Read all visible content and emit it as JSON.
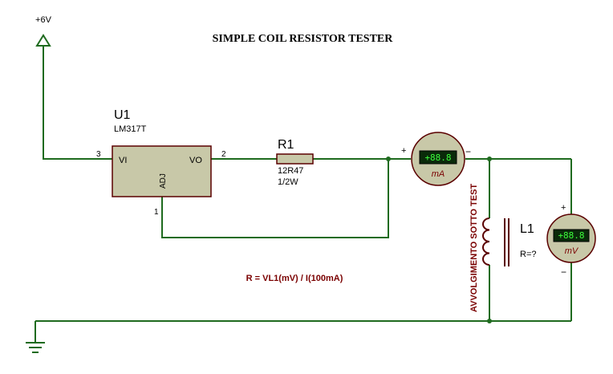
{
  "title": "SIMPLE COIL RESISTOR TESTER",
  "colors": {
    "wire": "#1f6b1f",
    "component_fill": "#c8c8a8",
    "component_stroke": "#5a0000",
    "meter_bezel": "#c8c8a8",
    "meter_screen": "#0a2a0a",
    "meter_digits": "#3cff3c",
    "meter_unit": "#7a0000",
    "dark_red_text": "#7a0000",
    "power_symbol": "#1f6b1f"
  },
  "power": {
    "label": "+6V"
  },
  "regulator": {
    "ref": "U1",
    "part": "LM317T",
    "pin_vi": "VI",
    "pin_vo": "VO",
    "pin_adj": "ADJ",
    "pin3": "3",
    "pin2": "2",
    "pin1": "1"
  },
  "resistor": {
    "ref": "R1",
    "value": "12R47",
    "power": "1/2W"
  },
  "ammeter": {
    "display": "+88.8",
    "unit": "mA",
    "plus": "+",
    "minus": "−"
  },
  "voltmeter": {
    "display": "+88.8",
    "unit": "mV",
    "plus": "+",
    "minus": "−"
  },
  "coil": {
    "ref": "L1",
    "value": "R=?",
    "label": "AVVOLGIMENTO SOTTO TEST"
  },
  "formula": "R = VL1(mV) / I(100mA)"
}
